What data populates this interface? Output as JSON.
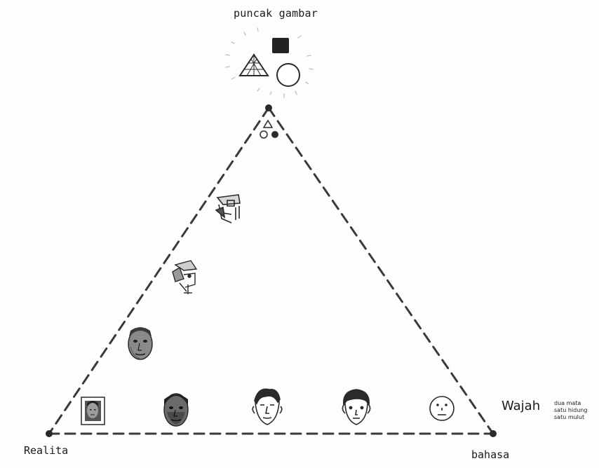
{
  "diagram": {
    "apex_label": "puncak gambar",
    "left_corner_label": "Realita",
    "right_corner_label": "bahasa",
    "face_label": "Wajah",
    "face_notes": [
      "dua mata",
      "satu hidung",
      "satu mulut"
    ]
  },
  "icons": {
    "apex_shapes": [
      "triangle-grid-icon",
      "square-icon",
      "circle-icon"
    ],
    "faces": [
      "photo-face-icon",
      "realistic-face-icon",
      "detailed-face-icon",
      "simple-face-icon",
      "smiley-face-icon",
      "cubist-face-icon",
      "abstract-face-icon"
    ]
  },
  "colors": {
    "ink": "#2a2a2a",
    "line": "#3a3a3a"
  }
}
